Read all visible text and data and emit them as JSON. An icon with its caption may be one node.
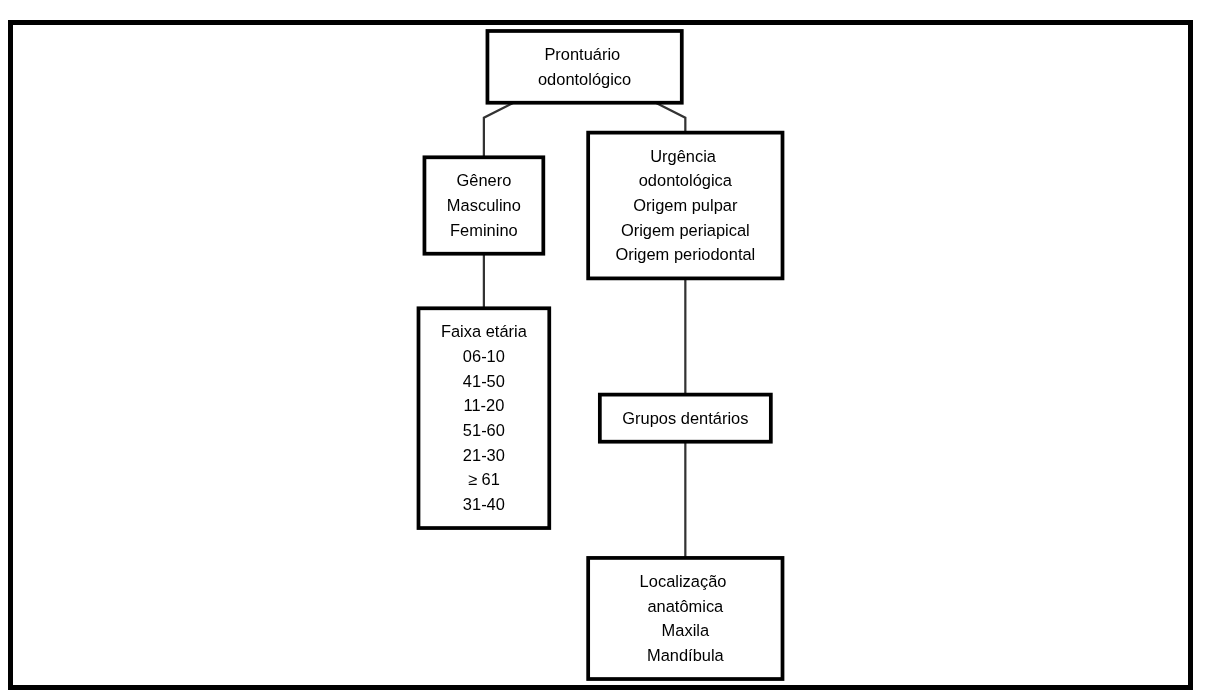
{
  "diagram": {
    "nodes": [
      {
        "text": [
          "Prontuário odontológico"
        ]
      },
      {
        "text": [
          "Gênero",
          "Masculino",
          "Feminino"
        ]
      },
      {
        "text": [
          "Faixa etária",
          "06-10",
          "41-50",
          "11-20",
          "51-60",
          "21-30",
          "≥ 61",
          "31-40"
        ]
      },
      {
        "text": [
          "Urgência odontológica",
          "Origem pulpar",
          "Origem periapical",
          "Origem periodontal"
        ]
      },
      {
        "text": [
          "Grupos dentários"
        ]
      },
      {
        "text": [
          "Localização anatômica",
          "Maxila",
          "Mandíbula"
        ]
      }
    ],
    "edges": [
      {
        "from": 0,
        "to": 1,
        "arrow": "none"
      },
      {
        "from": 0,
        "to": 3,
        "arrow": "none"
      },
      {
        "from": 1,
        "to": 2,
        "arrow": "none"
      },
      {
        "from": 3,
        "to": 4,
        "arrow": "none"
      },
      {
        "from": 4,
        "to": 5,
        "arrow": "none"
      }
    ]
  }
}
